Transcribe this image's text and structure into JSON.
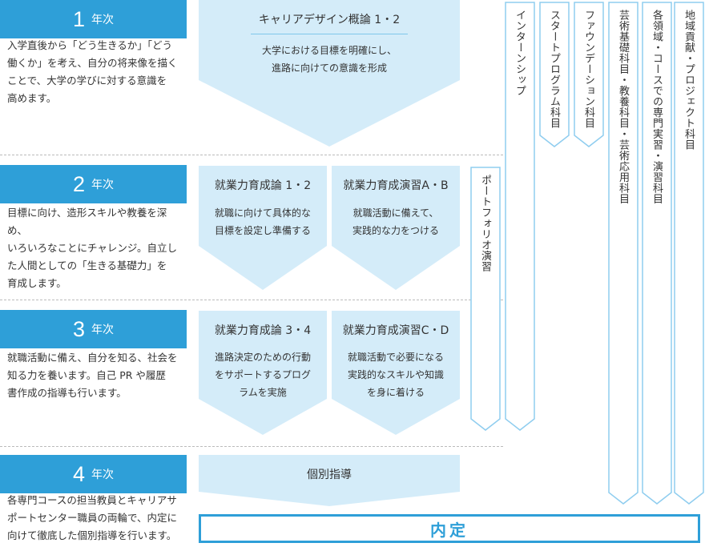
{
  "years": [
    {
      "num": "1",
      "suffix": "年次",
      "desc": [
        "入学直後から「どう生きるか」「どう",
        "働くか」を考え、自分の将来像を描く",
        "ことで、大学の学びに対する意識を",
        "高めます。"
      ]
    },
    {
      "num": "2",
      "suffix": "年次",
      "desc": [
        "目標に向け、造形スキルや教養を深め、",
        "いろいろなことにチャレンジ。自立し",
        "た人間としての「生きる基礎力」を",
        "育成します。"
      ]
    },
    {
      "num": "3",
      "suffix": "年次",
      "desc": [
        "就職活動に備え、自分を知る、社会を",
        "知る力を養います。自己 PR や履歴",
        "書作成の指導も行います。"
      ]
    },
    {
      "num": "4",
      "suffix": "年次",
      "desc": [
        "各専門コースの担当教員とキャリアサ",
        "ポートセンター職員の両輪で、内定に",
        "向けて徹底した個別指導を行います。"
      ]
    }
  ],
  "courses": {
    "career_design": {
      "title": "キャリアデザイン概論 1・2",
      "desc": [
        "大学における目標を明確にし、",
        "進路に向けての意識を形成"
      ]
    },
    "shugyo_12": {
      "title": "就業力育成論 1・2",
      "desc": [
        "就職に向けて具体的な",
        "目標を設定し準備する"
      ]
    },
    "enshu_ab": {
      "title": "就業力育成演習A・B",
      "desc": [
        "就職活動に備えて、",
        "実践的な力をつける"
      ]
    },
    "shugyo_34": {
      "title": "就業力育成論 3・4",
      "desc": [
        "進路決定のための行動",
        "をサポートするプログ",
        "ラムを実施"
      ]
    },
    "enshu_cd": {
      "title": "就業力育成演習C・D",
      "desc": [
        "就職活動で必要になる",
        "実践的なスキルや知識",
        "を身に着ける"
      ]
    },
    "kobetsu": {
      "title": "個別指導"
    }
  },
  "columns": {
    "portfolio": "ポートフォリオ演習",
    "internship": "インターンシップ",
    "start_program": "スタートプログラム科目",
    "foundation": "ファウンデーション科目",
    "geijutsu": "芸術基礎科目・教養科目・芸術応用科目",
    "senmon": "各領域・コースでの専門実習・演習科目",
    "chiiki": "地域貢献・プロジェクト科目"
  },
  "naitei": "内定",
  "colors": {
    "accent": "#2e9fd8",
    "light": "#d4ecf9",
    "column_border": "#8fcdef"
  }
}
